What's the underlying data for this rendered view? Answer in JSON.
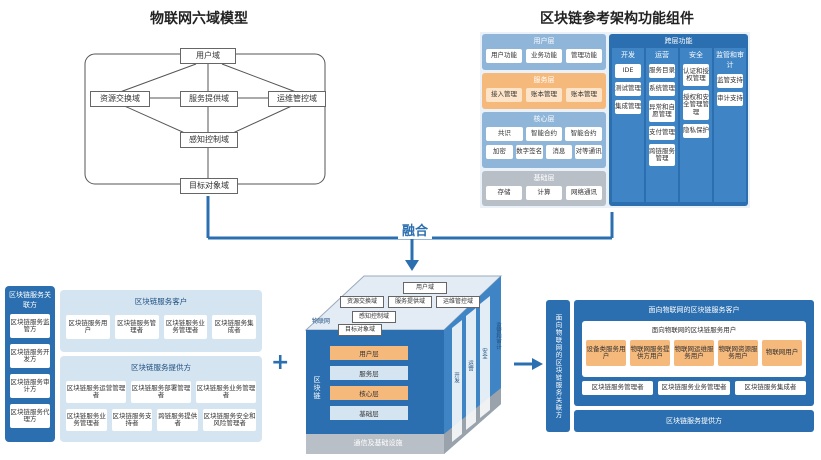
{
  "iot_model": {
    "title": "物联网六域模型",
    "user_domain": "用户域",
    "resource_domain": "资源交换域",
    "service_domain": "服务提供域",
    "ops_domain": "运维管控域",
    "sensing_domain": "感知控制域",
    "target_domain": "目标对象域"
  },
  "bc_ref": {
    "title": "区块链参考架构功能组件",
    "user_layer": "用户层",
    "user_items": [
      "用户功能",
      "业务功能",
      "管理功能"
    ],
    "service_layer": "服务层",
    "service_items": [
      "接入管理",
      "账本管理",
      "账本管理"
    ],
    "core_layer": "核心层",
    "core_items": [
      "共识",
      "智能合约",
      "智能合约",
      "加密",
      "数字签名",
      "消息",
      "对等通讯"
    ],
    "base_layer": "基础层",
    "base_items": [
      "存储",
      "计算",
      "网络通讯"
    ],
    "cross": "跨层功能",
    "col1_head": "开发",
    "col1_items": [
      "IDE",
      "测试管理",
      "集成管理"
    ],
    "col2_head": "运营",
    "col2_items": [
      "服务目录",
      "系统管理",
      "异常和自愿管理",
      "支付管理",
      "跨链服务管理"
    ],
    "col3_head": "安全",
    "col3_items": [
      "认证和授权管理",
      "授权和安全管理管理",
      "隐私保护"
    ],
    "col4_head": "监管和审计",
    "col4_items": [
      "监管支持",
      "审计支持"
    ]
  },
  "fusion_label": "融合",
  "left_panel": {
    "partner": "区块链服务关联方",
    "partner_items": [
      "区块链服务监管方",
      "区块链服务开发方",
      "区块链服务审计方",
      "区块链服务代理方"
    ],
    "customer": "区块链服务客户",
    "customer_items": [
      "区块链服务用户",
      "区块链服务管理者",
      "区块链服务业务管理者",
      "区块链服务集成者"
    ],
    "provider": "区块链服务提供方",
    "provider_items": [
      "区块链服务运营管理者",
      "区块链服务部署管理者",
      "区块链服务业务管理者",
      "区块链服务业务管理者",
      "区块链服务支持者",
      "跨链服务提供者",
      "区块链服务安全和风险管理者"
    ]
  },
  "cube": {
    "top_user": "用户域",
    "top_resource": "资源交换域",
    "top_service": "服务提供域",
    "top_ops": "运维管控域",
    "top_sensing": "感知控制域",
    "top_target": "目标对象域",
    "front_left_label": "物联网",
    "layer_user": "用户层",
    "layer_service": "服务层",
    "layer_core": "核心层",
    "layer_base": "基础层",
    "left_side": "区块链",
    "bottom": "通信及基础设施",
    "side1": "开发",
    "side2": "运营",
    "side3": "安全",
    "side4": "监管和审计"
  },
  "plus": "+",
  "right_panel": {
    "side": "面向物联网的区块链服务关联方",
    "customer": "面向物联网的区块链服务客户",
    "user_box": "面向物联网的区块链服务用户",
    "user_items": [
      "设备类服务用户",
      "物联网服务提供方用户",
      "物联网运维服务用户",
      "物联网资源服务用户",
      "物联网用户"
    ],
    "mgmt_items": [
      "区块链服务管理者",
      "区块链服务业务管理者",
      "区块链服务集成者"
    ],
    "provider": "区块链服务提供方"
  },
  "colors": {
    "accent": "#2b6fb0",
    "light": "#d5e4f1",
    "orange": "#f5b97c",
    "grey": "#b9bfc7",
    "pale": "#eaf1f8"
  }
}
